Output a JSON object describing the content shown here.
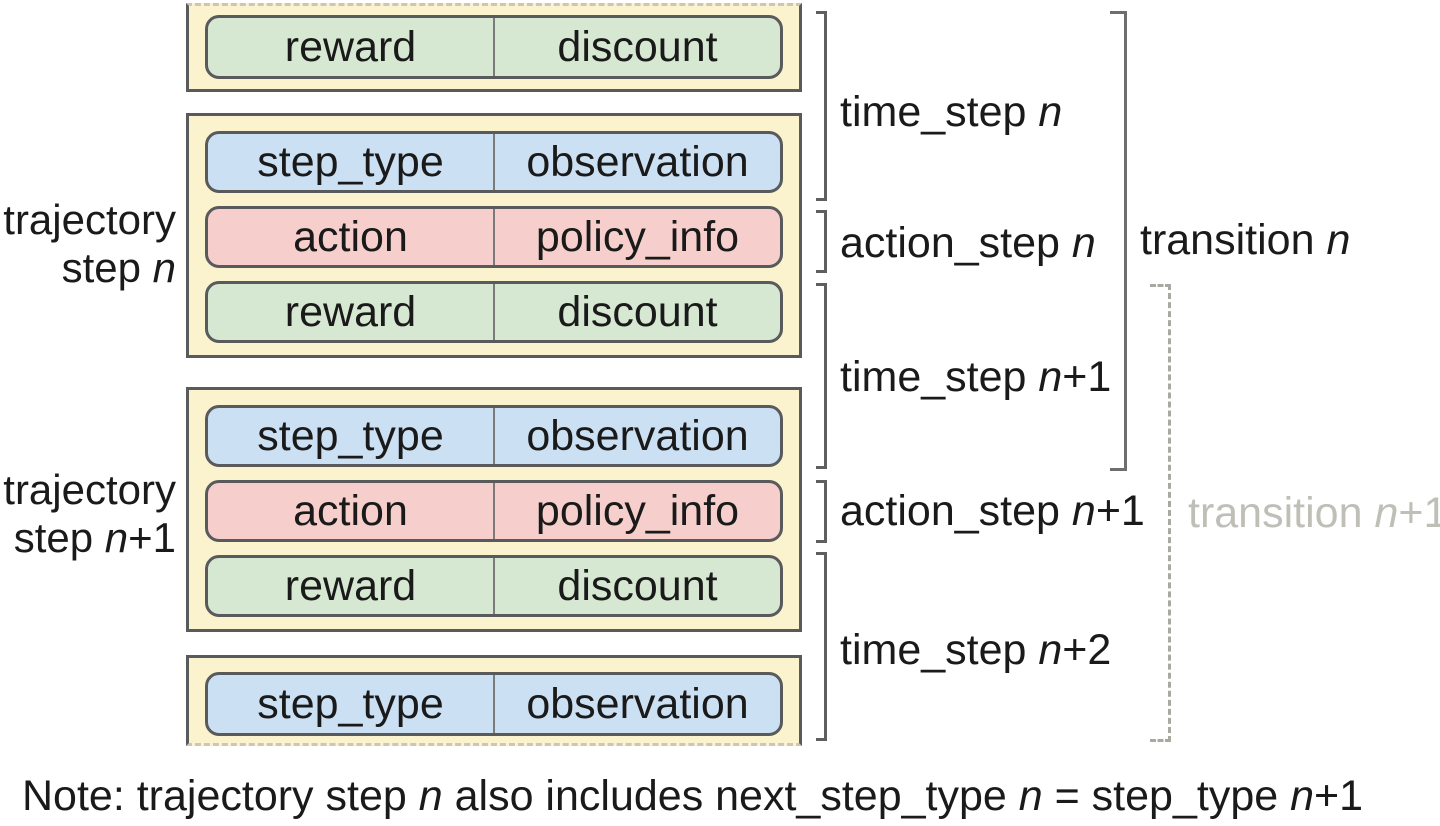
{
  "diagram": {
    "title_semantics": "trajectory, time_step, action_step and transition structure",
    "colors": {
      "box_fill": "#FBF2CE",
      "box_border": "#595A5C",
      "blue": "#CCE0F4",
      "red": "#F6CFCC",
      "green": "#D6E7D2",
      "row_border": "#595A5C",
      "divider": "#7B7B7B",
      "bracket": "#5F5F5F",
      "tbracket": "#6E6E6E",
      "dashed": "#A9A9A1",
      "faded": "#BFBFB7",
      "cut": "#CCC6B4",
      "text": "#1A1A1A"
    },
    "left_labels": [
      {
        "line1": "trajectory",
        "line2_prefix": "step ",
        "line2_var": "n",
        "line2_suffix": ""
      },
      {
        "line1": "trajectory",
        "line2_prefix": "step ",
        "line2_var": "n",
        "line2_suffix": "+1"
      }
    ],
    "boxes": {
      "partial_top": {
        "rows": [
          {
            "color": "green",
            "cells": [
              "reward",
              "discount"
            ]
          }
        ]
      },
      "step_n": {
        "rows": [
          {
            "color": "blue",
            "cells": [
              "step_type",
              "observation"
            ]
          },
          {
            "color": "red",
            "cells": [
              "action",
              "policy_info"
            ]
          },
          {
            "color": "green",
            "cells": [
              "reward",
              "discount"
            ]
          }
        ]
      },
      "step_n1": {
        "rows": [
          {
            "color": "blue",
            "cells": [
              "step_type",
              "observation"
            ]
          },
          {
            "color": "red",
            "cells": [
              "action",
              "policy_info"
            ]
          },
          {
            "color": "green",
            "cells": [
              "reward",
              "discount"
            ]
          }
        ]
      },
      "partial_bottom": {
        "rows": [
          {
            "color": "blue",
            "cells": [
              "step_type",
              "observation"
            ]
          }
        ]
      }
    },
    "right_labels": [
      {
        "prefix": "time_step ",
        "var": "n",
        "suffix": ""
      },
      {
        "prefix": "action_step ",
        "var": "n",
        "suffix": ""
      },
      {
        "prefix": "time_step ",
        "var": "n",
        "suffix": "+1"
      },
      {
        "prefix": "action_step ",
        "var": "n",
        "suffix": "+1"
      },
      {
        "prefix": "time_step ",
        "var": "n",
        "suffix": "+2"
      }
    ],
    "transition_labels": [
      {
        "prefix": "transition ",
        "var": "n",
        "suffix": ""
      },
      {
        "prefix": "transition ",
        "var": "n",
        "suffix": "+1"
      }
    ],
    "note": {
      "parts": [
        "Note: trajectory step ",
        "n",
        " also includes next_step_type ",
        "n",
        " = step_type ",
        "n",
        "+1"
      ]
    }
  }
}
